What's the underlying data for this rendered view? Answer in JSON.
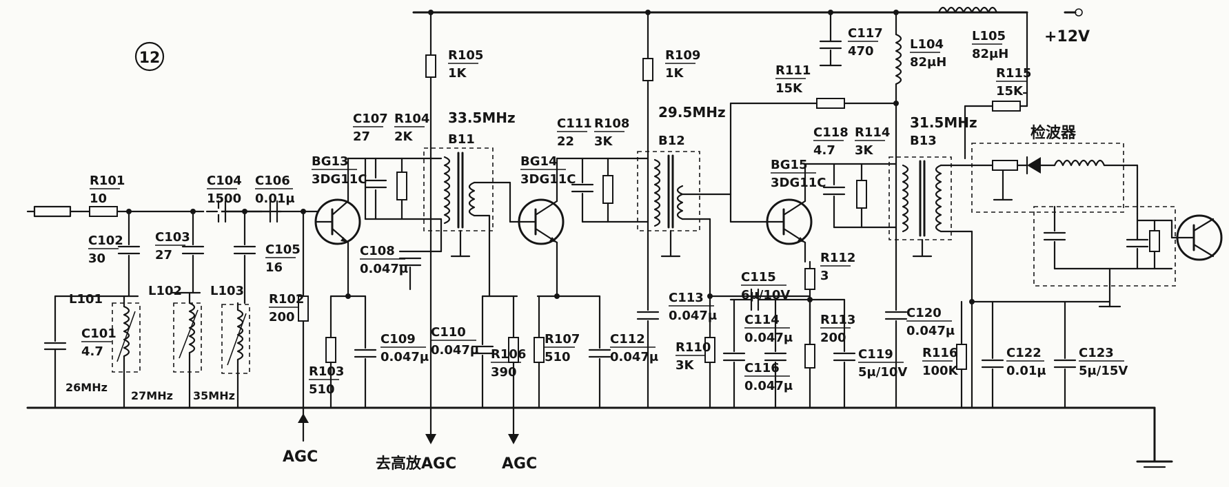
{
  "diagram": {
    "figure_number": "12",
    "supply": "+12V",
    "agc_labels": [
      "AGC",
      "去高放AGC",
      "AGC"
    ],
    "stage_frequencies": [
      "33.5MHz",
      "29.5MHz",
      "31.5MHz"
    ],
    "detector_label": "检波器",
    "input_tuning": [
      "26MHz",
      "27MHz",
      "35MHz"
    ],
    "components": [
      {
        "id": "R101",
        "value": "10"
      },
      {
        "id": "C101",
        "value": "4.7"
      },
      {
        "id": "C102",
        "value": "30"
      },
      {
        "id": "C103",
        "value": "27"
      },
      {
        "id": "C104",
        "value": "1500"
      },
      {
        "id": "C105",
        "value": "16"
      },
      {
        "id": "C106",
        "value": "0.01μ"
      },
      {
        "id": "L101",
        "value": ""
      },
      {
        "id": "L102",
        "value": ""
      },
      {
        "id": "L103",
        "value": ""
      },
      {
        "id": "R102",
        "value": "200"
      },
      {
        "id": "R103",
        "value": "510"
      },
      {
        "id": "BG13",
        "value": "3DG11C"
      },
      {
        "id": "C107",
        "value": "27"
      },
      {
        "id": "R104",
        "value": "2K"
      },
      {
        "id": "R105",
        "value": "1K"
      },
      {
        "id": "C108",
        "value": "0.047μ"
      },
      {
        "id": "C109",
        "value": "0.047μ"
      },
      {
        "id": "B11",
        "value": ""
      },
      {
        "id": "C110",
        "value": "0.047μ"
      },
      {
        "id": "R106",
        "value": "390"
      },
      {
        "id": "BG14",
        "value": "3DG11C"
      },
      {
        "id": "C111",
        "value": "22"
      },
      {
        "id": "R108",
        "value": "3K"
      },
      {
        "id": "R109",
        "value": "1K"
      },
      {
        "id": "R107",
        "value": "510"
      },
      {
        "id": "C112",
        "value": "0.047μ"
      },
      {
        "id": "B12",
        "value": ""
      },
      {
        "id": "C113",
        "value": "0.047μ"
      },
      {
        "id": "R110",
        "value": "3K"
      },
      {
        "id": "R111",
        "value": "15K"
      },
      {
        "id": "BG15",
        "value": "3DG11C"
      },
      {
        "id": "C115",
        "value": "6μ/10V"
      },
      {
        "id": "R112",
        "value": "3"
      },
      {
        "id": "C114",
        "value": "0.047μ"
      },
      {
        "id": "R113",
        "value": "200"
      },
      {
        "id": "C116",
        "value": "0.047μ"
      },
      {
        "id": "C119",
        "value": "5μ/10V"
      },
      {
        "id": "C117",
        "value": "470"
      },
      {
        "id": "L104",
        "value": "82μH"
      },
      {
        "id": "L105",
        "value": "82μH"
      },
      {
        "id": "C118",
        "value": "4.7"
      },
      {
        "id": "R114",
        "value": "3K"
      },
      {
        "id": "B13",
        "value": ""
      },
      {
        "id": "R115",
        "value": "15K"
      },
      {
        "id": "C120",
        "value": "0.047μ"
      },
      {
        "id": "R116",
        "value": "100K"
      },
      {
        "id": "C122",
        "value": "0.01μ"
      },
      {
        "id": "C123",
        "value": "5μ/15V"
      }
    ]
  }
}
